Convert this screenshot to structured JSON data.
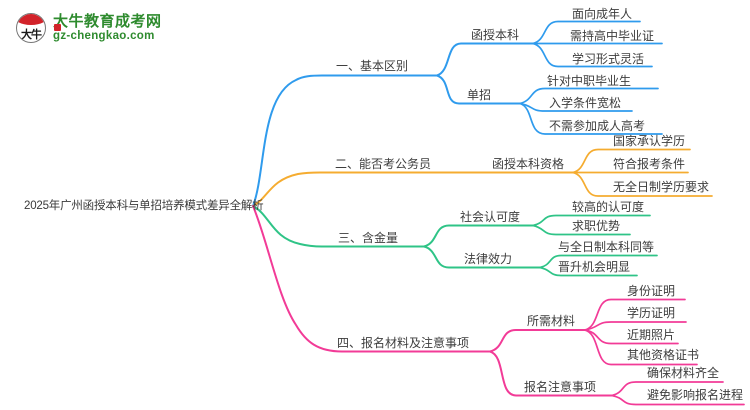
{
  "logo": {
    "icon_text": "大牛",
    "title": "大牛教育成考网",
    "url": "gz-chengkao.com",
    "brand_green": "#2e8b2e",
    "seal_red": "#d2232a"
  },
  "root": {
    "title": "2025年广州函授本科与单招培养模式差异全解析"
  },
  "branches": [
    {
      "label": "一、基本区别",
      "color": "#2f9bed",
      "children": [
        {
          "label": "函授本科",
          "children": [
            "面向成年人",
            "需持高中毕业证",
            "学习形式灵活"
          ]
        },
        {
          "label": "单招",
          "children": [
            "针对中职毕业生",
            "入学条件宽松",
            "不需参加成人高考"
          ]
        }
      ]
    },
    {
      "label": "二、能否考公务员",
      "color": "#f5ac30",
      "children": [
        {
          "label": "函授本科资格",
          "children": [
            "国家承认学历",
            "符合报考条件",
            "无全日制学历要求"
          ]
        }
      ]
    },
    {
      "label": "三、含金量",
      "color": "#2fc487",
      "children": [
        {
          "label": "社会认可度",
          "children": [
            "较高的认可度",
            "求职优势"
          ]
        },
        {
          "label": "法律效力",
          "children": [
            "与全日制本科同等",
            "晋升机会明显"
          ]
        }
      ]
    },
    {
      "label": "四、报名材料及注意事项",
      "color": "#f23b97",
      "children": [
        {
          "label": "所需材料",
          "children": [
            "身份证明",
            "学历证明",
            "近期照片",
            "其他资格证书"
          ]
        },
        {
          "label": "报名注意事项",
          "children": [
            "确保材料齐全",
            "避免影响报名进程"
          ]
        }
      ]
    }
  ]
}
